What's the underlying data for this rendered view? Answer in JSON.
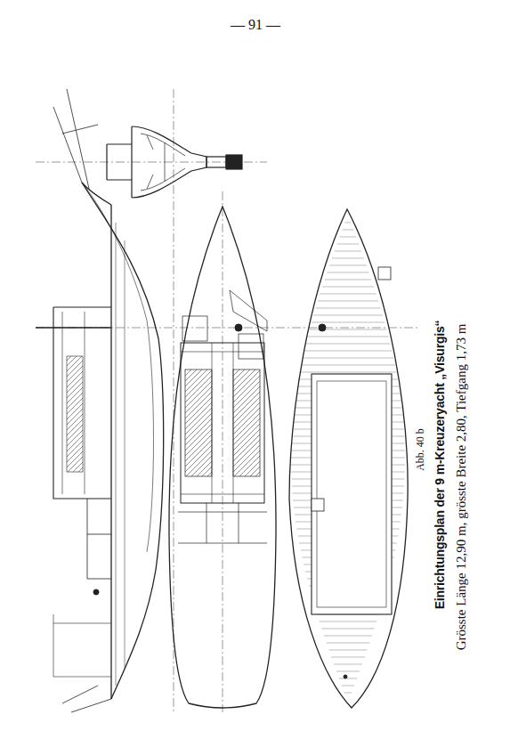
{
  "diagram": {
    "caption": "Einrichtungsplan der 9 m-Kreuzeryacht „Visurgis“",
    "labels": [
      "— 91 —",
      "Abb. 40 b",
      "Grösste Länge 12,90 m, grösste Breite 2,80, Tiefgang 1,73 m"
    ]
  }
}
